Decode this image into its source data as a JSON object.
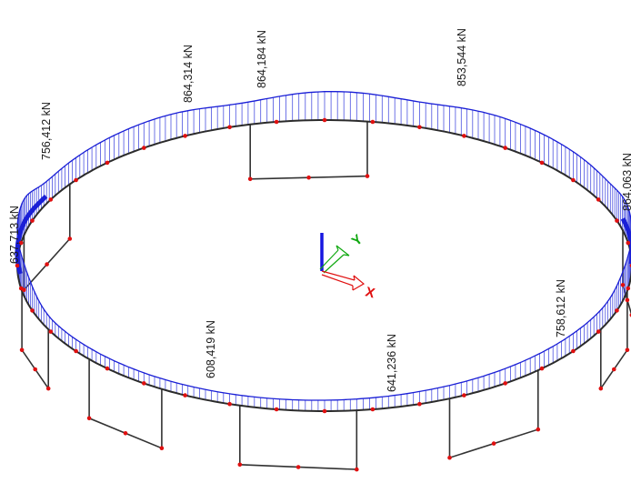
{
  "colors": {
    "background": "#ffffff",
    "beam": "#2b2b2b",
    "support": "#333333",
    "load_fill": "#4b52e0",
    "load_outline": "#1a1fd6",
    "node": "#e01010",
    "axis_z": "#1616e0",
    "axis_x": "#e01010",
    "axis_y": "#10a810"
  },
  "axes": {
    "x_label": "X",
    "y_label": "Y"
  },
  "units": "kN",
  "load_labels": [
    {
      "id": "v1",
      "text": "864,314 kN"
    },
    {
      "id": "v2",
      "text": "864,184 kN"
    },
    {
      "id": "v3",
      "text": "853,544 kN"
    },
    {
      "id": "v4",
      "text": "756,412 kN"
    },
    {
      "id": "v5",
      "text": "637,713 kN"
    },
    {
      "id": "v6",
      "text": "864,063 kN"
    },
    {
      "id": "v7",
      "text": "608,419 kN"
    },
    {
      "id": "v8",
      "text": "641,236 kN"
    },
    {
      "id": "v9",
      "text": "758,612 kN"
    }
  ]
}
